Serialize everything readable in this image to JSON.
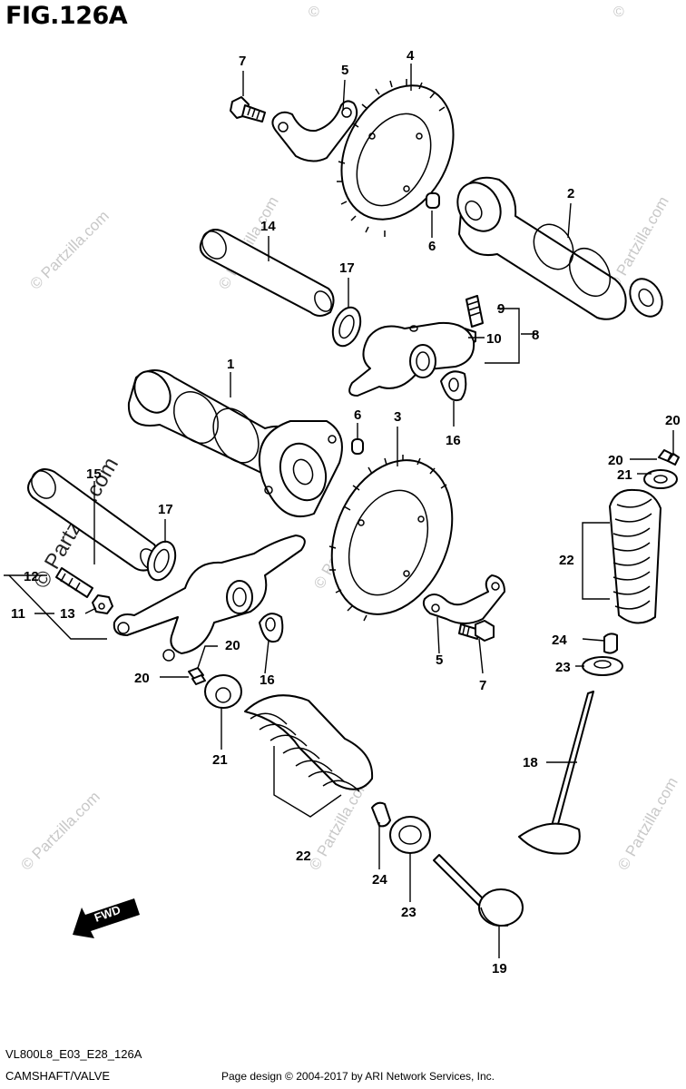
{
  "figure": {
    "title": "FIG.126A"
  },
  "footer": {
    "model_code": "VL800L8_E03_E28_126A",
    "section_name": "CAMSHAFT/VALVE",
    "credit": "Page design © 2004-2017 by ARI Network Services, Inc."
  },
  "watermark": {
    "text": "© Partzilla.com",
    "copyright_mark": "©"
  },
  "fwd_label": "FWD",
  "callouts": {
    "c1": "1",
    "c2": "2",
    "c3": "3",
    "c4": "4",
    "c5a": "5",
    "c5b": "5",
    "c6a": "6",
    "c6b": "6",
    "c7a": "7",
    "c7b": "7",
    "c8": "8",
    "c9": "9",
    "c10": "10",
    "c11": "11",
    "c12": "12",
    "c13": "13",
    "c14": "14",
    "c15": "15",
    "c16a": "16",
    "c16b": "16",
    "c17a": "17",
    "c17b": "17",
    "c18": "18",
    "c19": "19",
    "c20a": "20",
    "c20b": "20",
    "c20c": "20",
    "c20d": "20",
    "c21a": "21",
    "c21b": "21",
    "c22a": "22",
    "c22b": "22",
    "c23a": "23",
    "c23b": "23",
    "c24a": "24",
    "c24b": "24"
  }
}
